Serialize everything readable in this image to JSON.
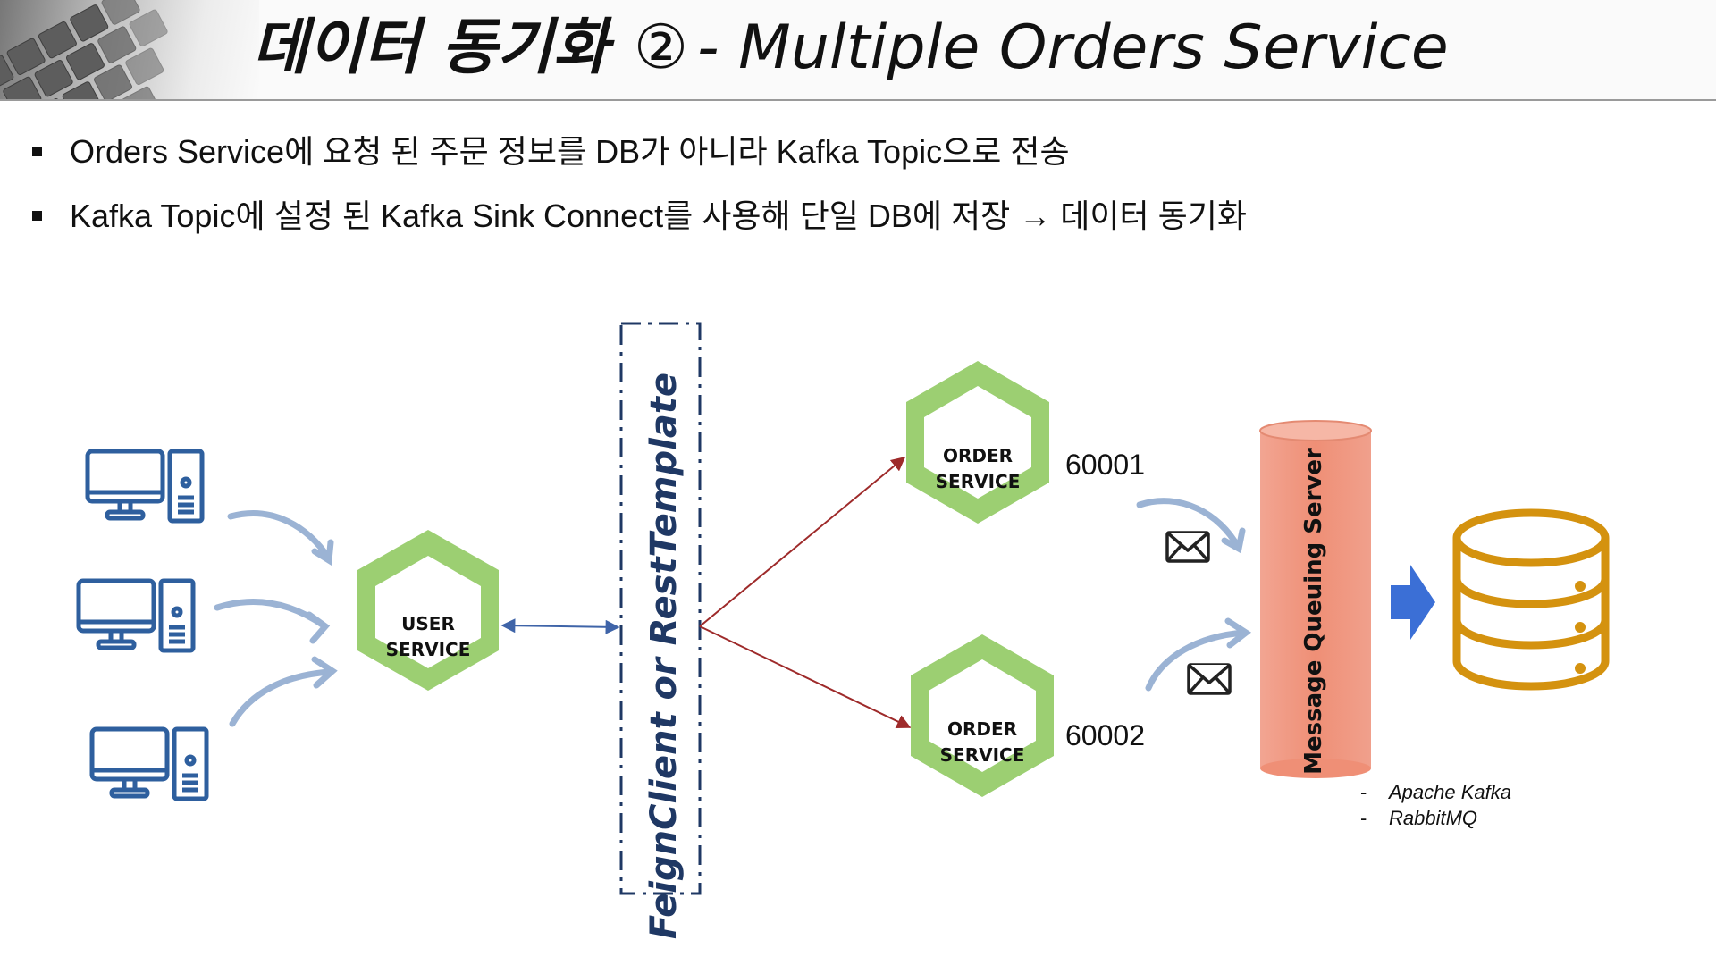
{
  "title": {
    "korean": "데이터 동기화",
    "number": "②",
    "english": "- Multiple Orders Service"
  },
  "bullets": [
    "Orders Service에 요청 된 주문 정보를 DB가 아니라 Kafka Topic으로 전송",
    "Kafka Topic에 설정 된 Kafka Sink Connect를 사용해 단일 DB에 저장 → 데이터 동기화"
  ],
  "diagram": {
    "user_service": {
      "line1": "USER",
      "line2": "SERVICE"
    },
    "gateway_label": "FeignClient or RestTemplate",
    "order_services": [
      {
        "line1": "ORDER",
        "line2": "SERVICE",
        "port": "60001"
      },
      {
        "line1": "ORDER",
        "line2": "SERVICE",
        "port": "60002"
      }
    ],
    "message_queue": {
      "label": "Message Queuing Server",
      "examples": [
        "Apache Kafka",
        "RabbitMQ"
      ]
    }
  },
  "colors": {
    "hexagon": "#9ccf72",
    "client_icon": "#2e5f9e",
    "queue": "#ef9a84",
    "database": "#d4920f",
    "db_arrow": "#3b6fd6",
    "gateway_border": "#1f3864",
    "link_blue": "#3f64a8",
    "link_red": "#9e2a2a"
  },
  "icons": [
    "desktop-computer-icon",
    "envelope-icon",
    "database-icon",
    "curved-arrow-icon"
  ]
}
